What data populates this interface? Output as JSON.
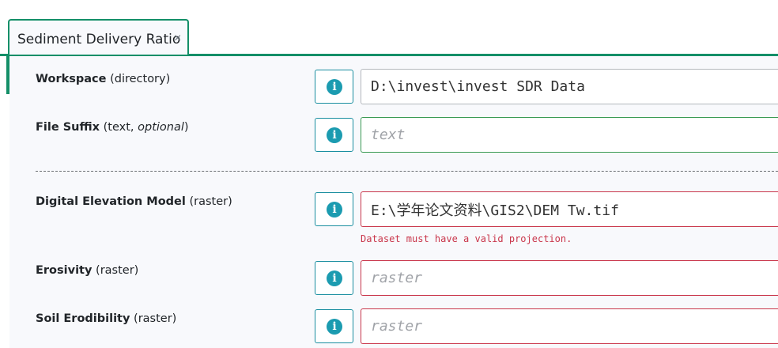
{
  "tab": {
    "title": "Sediment Delivery Ratio",
    "close_glyph": "×"
  },
  "fields": {
    "workspace": {
      "label": "Workspace",
      "type": "(directory)",
      "value": "D:\\invest\\invest SDR Data",
      "placeholder": ""
    },
    "file_suffix": {
      "label": "File Suffix",
      "type_open": "(text, ",
      "type_optional": "optional",
      "type_close": ")",
      "value": "",
      "placeholder": "text"
    },
    "dem": {
      "label": "Digital Elevation Model",
      "type": "(raster)",
      "value": "E:\\学年论文资料\\GIS2\\DEM Tw.tif",
      "placeholder": "",
      "error": "Dataset must have a valid projection."
    },
    "erosivity": {
      "label": "Erosivity",
      "type": "(raster)",
      "value": "",
      "placeholder": "raster"
    },
    "soil_erodibility": {
      "label": "Soil Erodibility",
      "type": "(raster)",
      "value": "",
      "placeholder": "raster"
    }
  },
  "info_glyph": "i",
  "colors": {
    "accent": "#148f68",
    "info": "#1b9bb0",
    "invalid": "#c9364b",
    "valid": "#3a9a53"
  }
}
